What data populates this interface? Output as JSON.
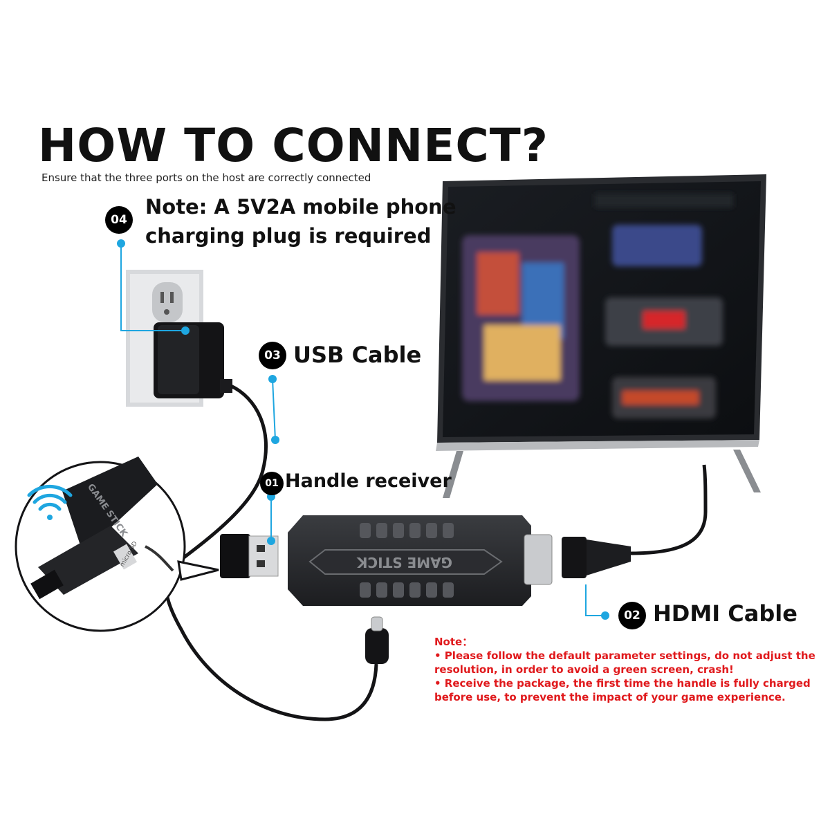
{
  "heading": {
    "title": "HOW TO CONNECT?",
    "subtitle": "Ensure that the three ports on the host are correctly connected"
  },
  "steps": [
    {
      "number": "04",
      "label_line1": "Note: A 5V2A mobile phone",
      "label_line2": "charging plug is required"
    },
    {
      "number": "03",
      "label": "USB Cable"
    },
    {
      "number": "01",
      "label": "Handle receiver"
    },
    {
      "number": "02",
      "label": "HDMI Cable"
    }
  ],
  "notes": {
    "heading": "Note：",
    "items": [
      {
        "line1": " • Please follow the default parameter settings, do not adjust the",
        "line2": "resolution, in order to avoid a green screen, crash!"
      },
      {
        "line1": " • Receive the package, the first time the handle is fully charged",
        "line2": "before use, to prevent the impact of your game experience."
      }
    ]
  },
  "device": {
    "brand_text": "GAME STICK",
    "micro_sd_label": "micro SD"
  },
  "colors": {
    "accent_line": "#1ea6e0",
    "note_text": "#e0191c",
    "badge_bg": "#000000"
  }
}
